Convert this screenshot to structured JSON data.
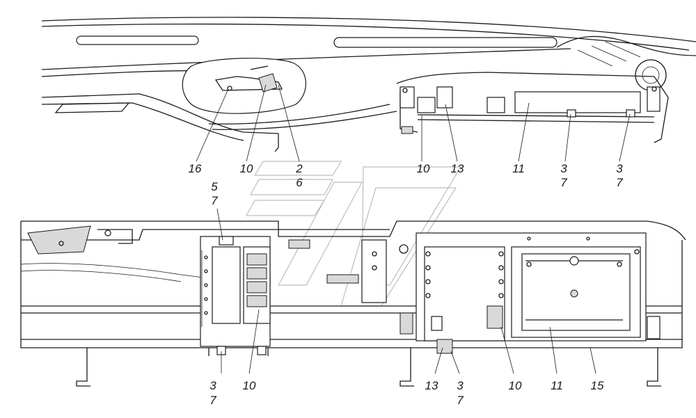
{
  "callouts_top": {
    "c16": "16",
    "c10a": "10",
    "c2": "2",
    "c6": "6",
    "c10b": "10",
    "c13": "13",
    "c11": "11",
    "c3a": "3",
    "c7a": "7",
    "c3b": "3",
    "c7b": "7"
  },
  "callouts_bottom": {
    "c5": "5",
    "c7c": "7",
    "c3c": "3",
    "c7d": "7",
    "c10c": "10",
    "c13b": "13",
    "c3d": "3",
    "c7e": "7",
    "c10d": "10",
    "c11b": "11",
    "c15": "15"
  },
  "colors": {
    "line": "#1a1a1a",
    "shade": "#d9d9d9",
    "watermark": "#bdbdbd",
    "background": "#ffffff"
  }
}
